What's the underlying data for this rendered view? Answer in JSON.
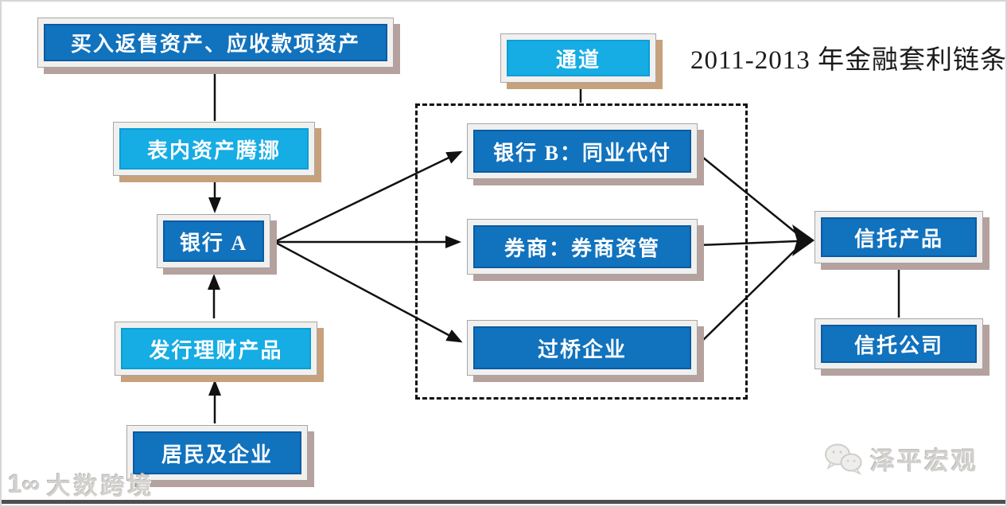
{
  "title": "2011-2013 年金融套利链条",
  "nodes": {
    "buy_resale": {
      "label": "买入返售资产、应收款项资产",
      "style": "dark"
    },
    "on_balance": {
      "label": "表内资产腾挪",
      "style": "light"
    },
    "bank_a": {
      "label": "银行 A",
      "style": "dark"
    },
    "issue_wmp": {
      "label": "发行理财产品",
      "style": "light"
    },
    "residents": {
      "label": "居民及企业",
      "style": "dark"
    },
    "channel": {
      "label": "通道",
      "style": "light"
    },
    "bank_b": {
      "label": "银行 B：同业代付",
      "style": "dark"
    },
    "broker": {
      "label": "券商：券商资管",
      "style": "dark"
    },
    "bridge": {
      "label": "过桥企业",
      "style": "dark"
    },
    "trust_product": {
      "label": "信托产品",
      "style": "dark"
    },
    "trust_company": {
      "label": "信托公司",
      "style": "dark"
    }
  },
  "edges": [
    {
      "from": "buy_resale",
      "to": "on_balance",
      "arrow": false
    },
    {
      "from": "on_balance",
      "to": "bank_a",
      "arrow": true
    },
    {
      "from": "issue_wmp",
      "to": "bank_a",
      "arrow": true
    },
    {
      "from": "residents",
      "to": "issue_wmp",
      "arrow": true
    },
    {
      "from": "channel",
      "to": "channel_group",
      "arrow": false
    },
    {
      "from": "bank_a",
      "to": "bank_b",
      "arrow": true
    },
    {
      "from": "bank_a",
      "to": "broker",
      "arrow": true
    },
    {
      "from": "bank_a",
      "to": "bridge",
      "arrow": true
    },
    {
      "from": "bank_b",
      "to": "trust_product",
      "arrow": true
    },
    {
      "from": "broker",
      "to": "trust_product",
      "arrow": true
    },
    {
      "from": "bridge",
      "to": "trust_product",
      "arrow": true
    },
    {
      "from": "trust_product",
      "to": "trust_company",
      "arrow": false
    }
  ],
  "watermarks": {
    "bottom_left_logo": "1∞",
    "bottom_left": "大数跨境",
    "bottom_right_icon": "wechat-bubbles",
    "bottom_right": "泽平宏观"
  },
  "colors": {
    "dark_box": "#1172bd",
    "light_box": "#16ace4",
    "dark_box_shadow": "#b5a19e",
    "light_box_shadow": "#c6a17c",
    "arrow": "#111111",
    "text": "#ffffff"
  }
}
